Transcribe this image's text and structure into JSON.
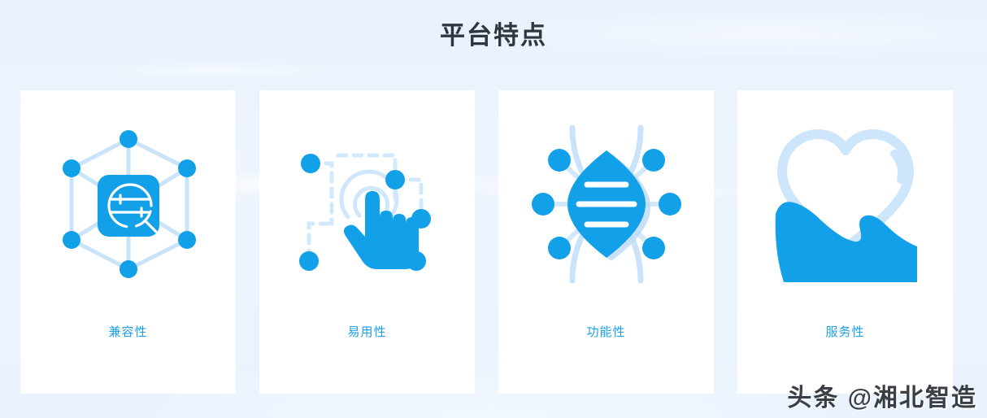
{
  "page": {
    "title": "平台特点",
    "background_color": "#eaf3fd",
    "title_color": "#2f3640"
  },
  "theme": {
    "accent": "#12a0e8",
    "accent_light": "#c9e4fa",
    "accent_pale": "#d8eafb",
    "card_background": "#ffffff",
    "label_color": "#1e9fe8"
  },
  "cards": [
    {
      "label": "兼容性",
      "icon": "network-magnifier-icon",
      "icon_description": "hexagonal node network with central rounded-square magnifier containing slider lines"
    },
    {
      "label": "易用性",
      "icon": "touch-hand-icon",
      "icon_description": "pointing hand with tap ripple circles over dashed circuit paths and nodes"
    },
    {
      "label": "功能性",
      "icon": "hub-dna-icon",
      "icon_description": "six connected nodes around a central leaf shape with three white bars and crossing curves"
    },
    {
      "label": "服务性",
      "icon": "heart-hand-icon",
      "icon_description": "outlined heart cradled by a solid blue open hand"
    }
  ],
  "watermark": {
    "text": "头条 @湘北智造"
  }
}
